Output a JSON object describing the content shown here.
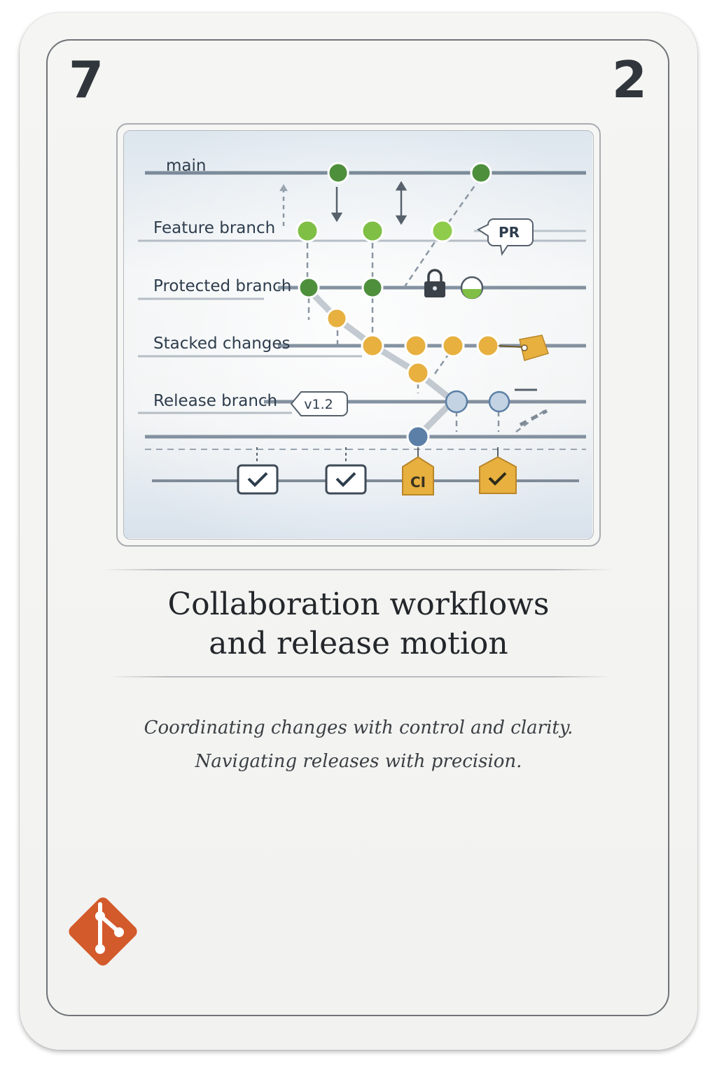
{
  "card": {
    "rank_left": "7",
    "rank_right": "2",
    "title_line1": "Collaboration workflows",
    "title_line2": "and release motion",
    "subtitle_line1": "Coordinating changes with control and clarity.",
    "subtitle_line2": "Navigating releases with precision."
  },
  "diagram": {
    "lanes": [
      {
        "label": "main"
      },
      {
        "label": "Feature branch"
      },
      {
        "label": "Protected branch"
      },
      {
        "label": "Stacked changes"
      },
      {
        "label": "Release branch"
      }
    ],
    "pr_badge": "PR",
    "version_tag": "v1.2",
    "ci_label": "CI",
    "icons": [
      "lock-icon",
      "tag-icon",
      "checkbox-icon",
      "ci-tag-icon"
    ]
  },
  "colors": {
    "green_commit": "#7fbf45",
    "dark_green_commit": "#4e8f3c",
    "orange_commit": "#e7b03f",
    "blue_commit": "#5b7fa6",
    "light_blue_commit": "#c4d3e3",
    "lane_line": "#6f7f8f",
    "git_logo": "#d35a2b"
  },
  "logo": {
    "icon": "git-logo-icon"
  }
}
